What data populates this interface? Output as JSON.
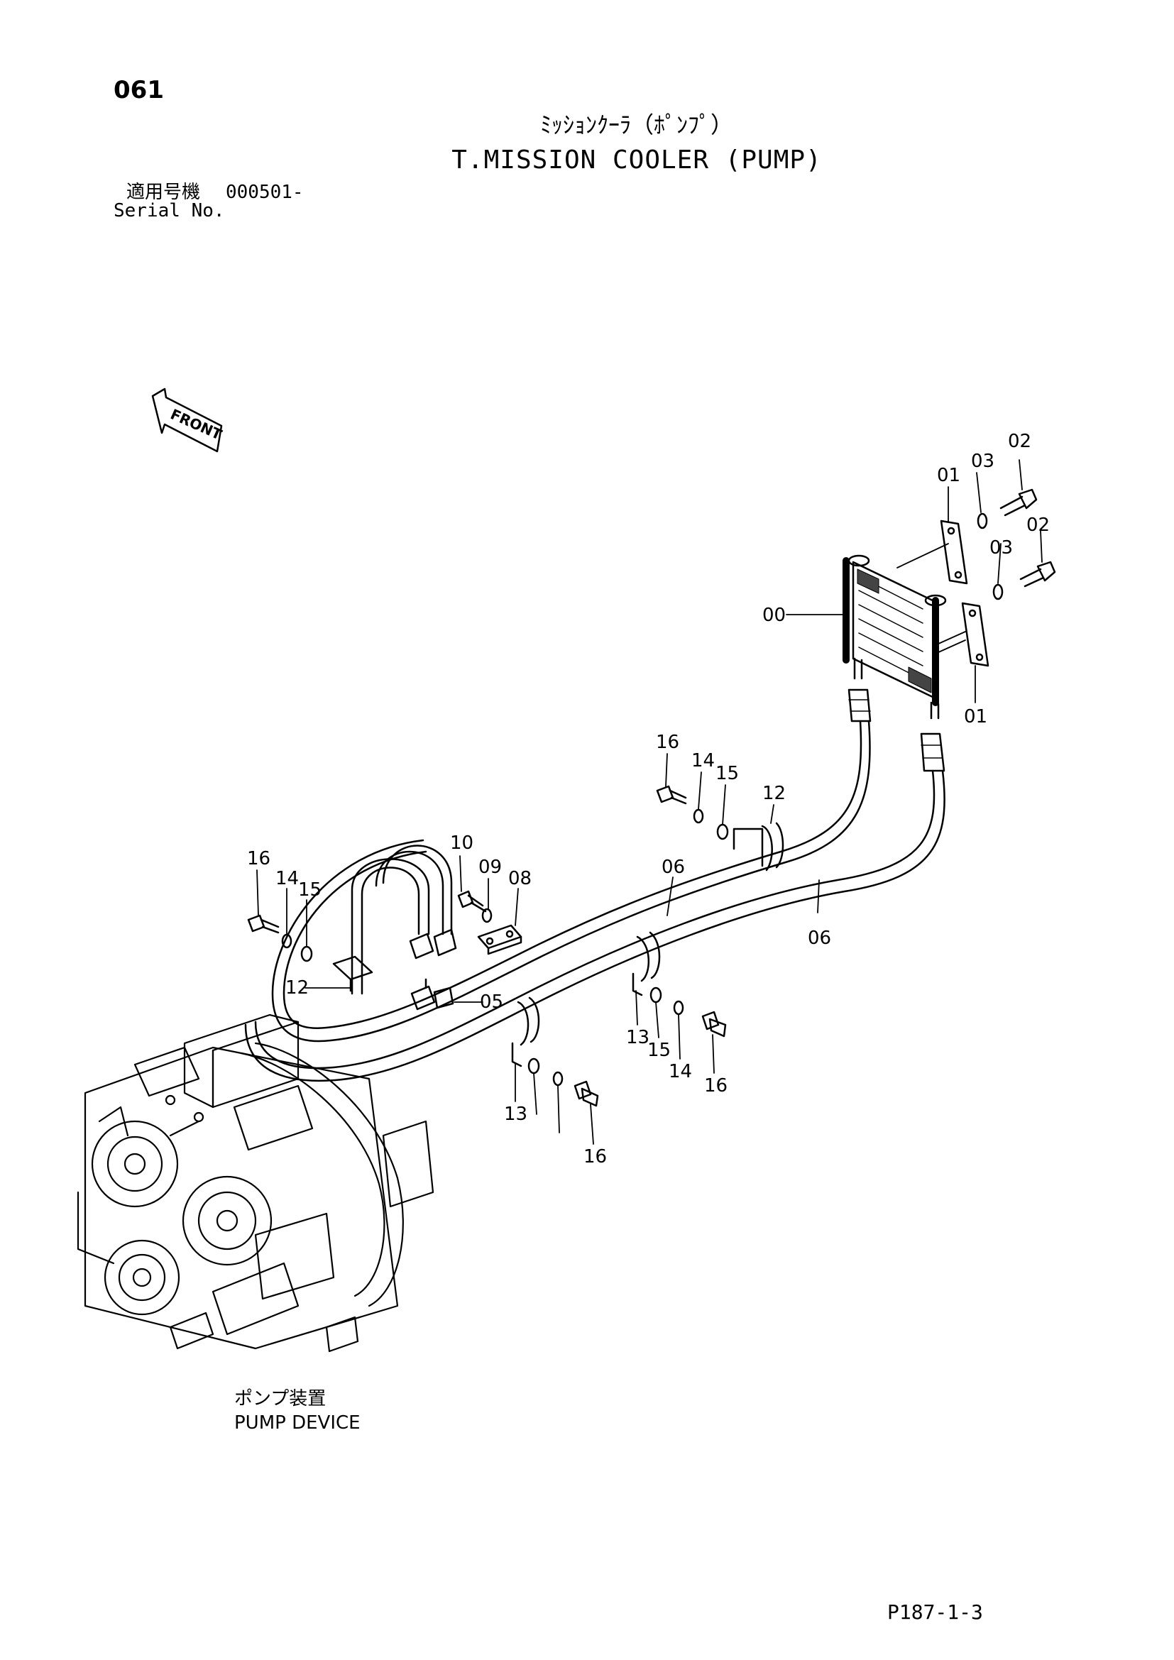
{
  "header": {
    "page_number": "061",
    "title_jp": "ﾐｯｼｮﾝｸｰﾗ（ﾎﾟﾝﾌﾟ）",
    "title_en": "T.MISSION COOLER (PUMP)",
    "serial_label_jp": "適用号機",
    "serial_value": "000501-",
    "serial_label_en": "Serial No."
  },
  "diagram": {
    "front_label": "FRONT",
    "callouts": [
      "00",
      "01",
      "01",
      "02",
      "02",
      "03",
      "03",
      "05",
      "06",
      "06",
      "08",
      "09",
      "10",
      "12",
      "12",
      "13",
      "13",
      "14",
      "14",
      "14",
      "15",
      "15",
      "15",
      "16",
      "16",
      "16",
      "16"
    ]
  },
  "caption": {
    "jp": "ポンプ装置",
    "en": "PUMP DEVICE"
  },
  "footer": {
    "page_code": "P187-1-3"
  }
}
